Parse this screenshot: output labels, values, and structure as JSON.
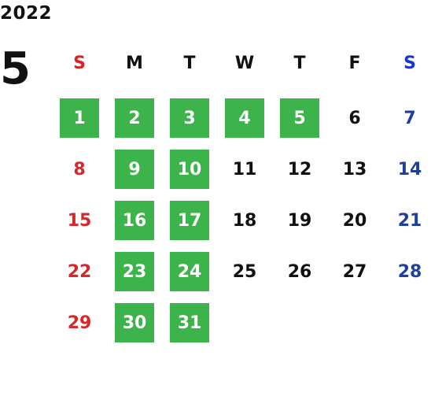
{
  "year": "2022",
  "month": "5",
  "weekday_headers": [
    "S",
    "M",
    "T",
    "W",
    "T",
    "F",
    "S"
  ],
  "weeks": [
    [
      {
        "day": "1",
        "highlighted": true
      },
      {
        "day": "2",
        "highlighted": true
      },
      {
        "day": "3",
        "highlighted": true
      },
      {
        "day": "4",
        "highlighted": true
      },
      {
        "day": "5",
        "highlighted": true
      },
      {
        "day": "6",
        "highlighted": false
      },
      {
        "day": "7",
        "highlighted": false
      }
    ],
    [
      {
        "day": "8",
        "highlighted": false
      },
      {
        "day": "9",
        "highlighted": true
      },
      {
        "day": "10",
        "highlighted": true
      },
      {
        "day": "11",
        "highlighted": false
      },
      {
        "day": "12",
        "highlighted": false
      },
      {
        "day": "13",
        "highlighted": false
      },
      {
        "day": "14",
        "highlighted": false
      }
    ],
    [
      {
        "day": "15",
        "highlighted": false
      },
      {
        "day": "16",
        "highlighted": true
      },
      {
        "day": "17",
        "highlighted": true
      },
      {
        "day": "18",
        "highlighted": false
      },
      {
        "day": "19",
        "highlighted": false
      },
      {
        "day": "20",
        "highlighted": false
      },
      {
        "day": "21",
        "highlighted": false
      }
    ],
    [
      {
        "day": "22",
        "highlighted": false
      },
      {
        "day": "23",
        "highlighted": true
      },
      {
        "day": "24",
        "highlighted": true
      },
      {
        "day": "25",
        "highlighted": false
      },
      {
        "day": "26",
        "highlighted": false
      },
      {
        "day": "27",
        "highlighted": false
      },
      {
        "day": "28",
        "highlighted": false
      }
    ],
    [
      {
        "day": "29",
        "highlighted": false
      },
      {
        "day": "30",
        "highlighted": true
      },
      {
        "day": "31",
        "highlighted": true
      }
    ]
  ],
  "colors": {
    "highlight": "#3cb44b",
    "sunday_header": "#e02020",
    "saturday_header": "#1a35d6",
    "sunday_day": "#d62828",
    "saturday_day": "#1f3f9a"
  }
}
